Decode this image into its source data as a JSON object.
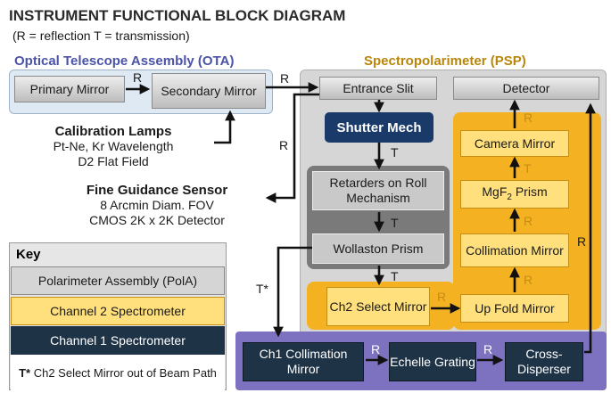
{
  "header": {
    "title": "INSTRUMENT FUNCTIONAL BLOCK DIAGRAM",
    "subtitle": "(R = reflection T = transmission)"
  },
  "regions": {
    "ota": "Optical Telescope Assembly (OTA)",
    "psp": "Spectropolarimeter (PSP)"
  },
  "blocks": {
    "primary_mirror": "Primary Mirror",
    "secondary_mirror": "Secondary Mirror",
    "entrance_slit": "Entrance Slit",
    "detector": "Detector",
    "shutter_mech": "Shutter Mech",
    "retarders": "Retarders on Roll Mechanism",
    "wollaston_prism": "Wollaston Prism",
    "camera_mirror": "Camera Mirror",
    "mgf2_prism_base": "MgF",
    "mgf2_prism_sub": "2",
    "mgf2_prism_rest": " Prism",
    "collimation_mirror": "Collimation Mirror",
    "up_fold_mirror": "Up Fold Mirror",
    "ch2_select_mirror": "Ch2 Select Mirror",
    "ch1_collimation_mirror": "Ch1 Collimation Mirror",
    "echelle_grating": "Echelle Grating",
    "cross_disperser": "Cross-Disperser"
  },
  "calibration": {
    "title": "Calibration Lamps",
    "line1": "Pt-Ne, Kr Wavelength",
    "line2": "D2 Flat Field"
  },
  "fgs": {
    "title": "Fine Guidance Sensor",
    "line1": "8 Arcmin Diam. FOV",
    "line2": "CMOS 2K x 2K Detector"
  },
  "edge_labels": {
    "R": "R",
    "T": "T",
    "T_star": "T*"
  },
  "key": {
    "title": "Key",
    "pola": "Polarimeter Assembly (PolA)",
    "ch2": "Channel 2 Spectrometer",
    "ch1": "Channel 1 Spectrometer",
    "note_mark": "T*",
    "note_text": " Ch2 Select Mirror out of Beam Path"
  },
  "colors": {
    "ota_title": "#4a53a8",
    "psp_title": "#b8860b",
    "channel2": "#ffe07d",
    "channel1": "#1f3347",
    "polarimeter": "#d5d5d5"
  }
}
